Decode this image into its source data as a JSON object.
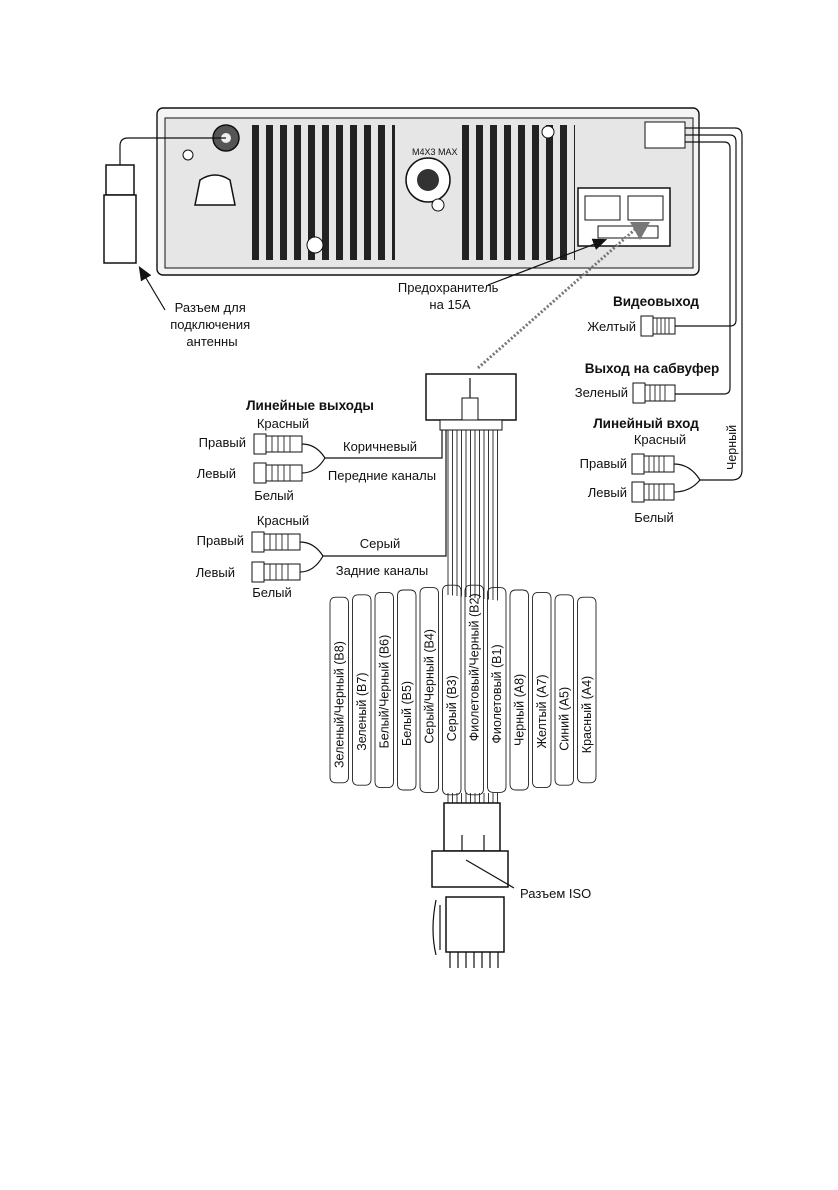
{
  "head_unit": {
    "heatsink_marking": "M4X3 MAX",
    "antenna_label": [
      "Разъем для",
      "подключения",
      "антенны"
    ],
    "fuse_label": [
      "Предохранитель",
      "на 15А"
    ]
  },
  "outputs_right": {
    "video_out": {
      "title": "Видеовыход",
      "color": "Желтый"
    },
    "subwoofer_out": {
      "title": "Выход на сабвуфер",
      "color": "Зеленый"
    },
    "line_in": {
      "title": "Линейный вход",
      "top_color": "Красный",
      "right": "Правый",
      "left": "Левый",
      "bottom_color": "Белый",
      "wire": "Черный"
    }
  },
  "line_outputs": {
    "title": "Линейные выходы",
    "front": {
      "top_color": "Красный",
      "right": "Правый",
      "left": "Левый",
      "bottom_color": "Белый",
      "wire": "Коричневый",
      "channels": "Передние каналы"
    },
    "rear": {
      "top_color": "Красный",
      "right": "Правый",
      "left": "Левый",
      "bottom_color": "Белый",
      "wire": "Серый",
      "channels": "Задние каналы"
    }
  },
  "wires": [
    "Зеленый/Черный (B8)",
    "Зеленый (B7)",
    "Белый/Черный (B6)",
    "Белый (B5)",
    "Серый/Черный (B4)",
    "Серый (B3)",
    "Фиолетовый/Черный (B2)",
    "Фиолетовый (B1)",
    "Черный (A8)",
    "Желтый (A7)",
    "Синий (A5)",
    "Красный (A4)"
  ],
  "iso_connector": "Разъем ISO"
}
